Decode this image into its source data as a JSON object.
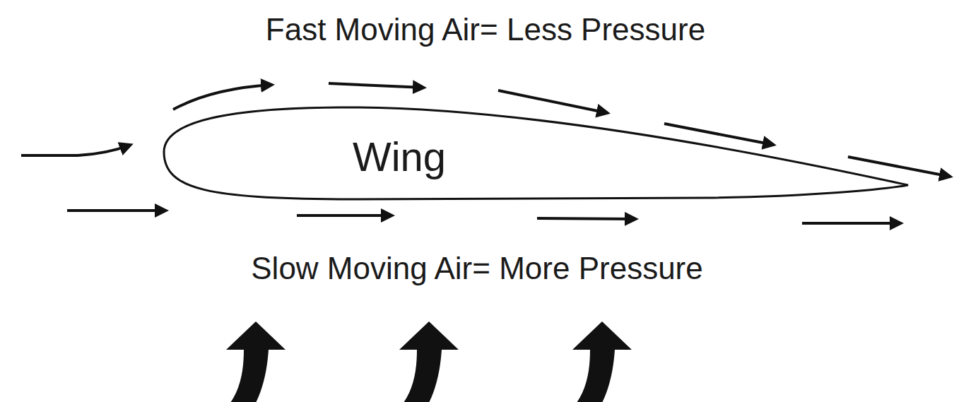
{
  "diagram": {
    "nodes": [
      {
        "text": [
          "Wing"
        ]
      }
    ],
    "labels": [
      "Fast Moving Air= Less Pressure",
      "Slow Moving Air= More Pressure"
    ]
  }
}
